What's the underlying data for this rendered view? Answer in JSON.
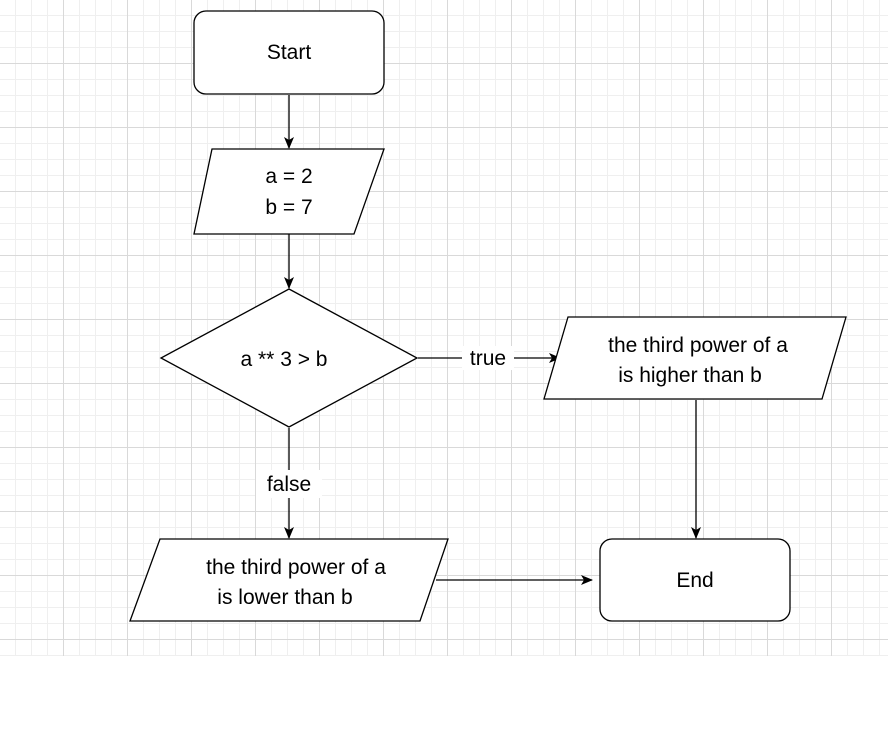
{
  "nodes": {
    "start": {
      "text": "Start"
    },
    "assign": {
      "lines": [
        "a = 2",
        "b = 7"
      ]
    },
    "decision": {
      "text": "a ** 3 > b"
    },
    "higher": {
      "lines": [
        "the third power of a",
        "is higher than b"
      ]
    },
    "lower": {
      "lines": [
        "the third power of a",
        "is lower than b"
      ]
    },
    "end": {
      "text": "End"
    }
  },
  "edges": {
    "true_label": "true",
    "false_label": "false"
  }
}
